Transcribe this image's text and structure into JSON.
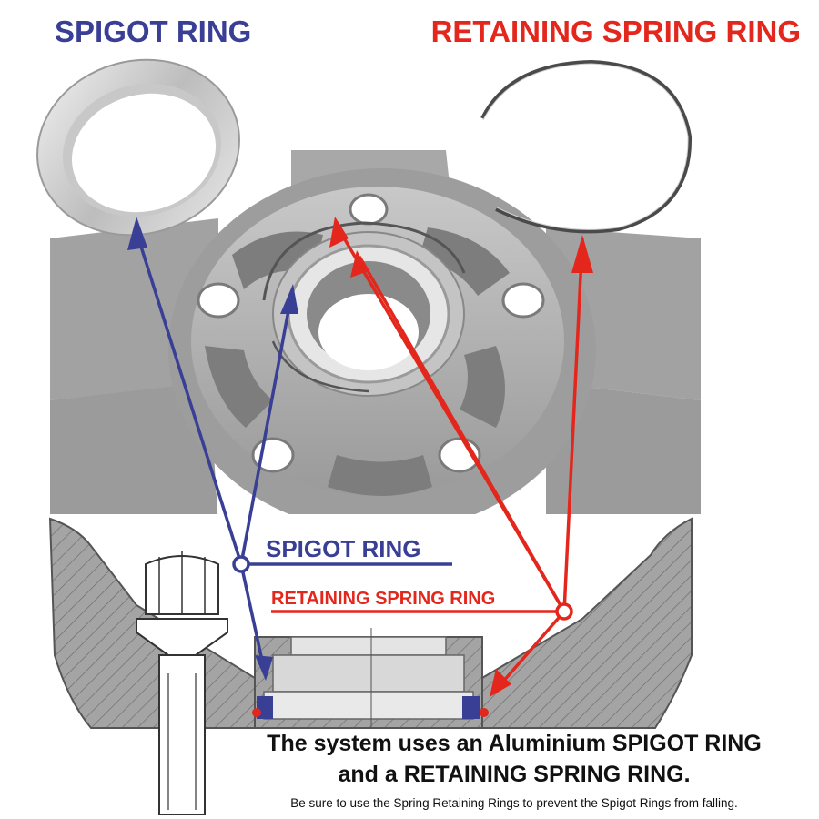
{
  "labels": {
    "spigot_top": "SPIGOT RING",
    "retaining_top": "RETAINING SPRING RING",
    "spigot_mid": "SPIGOT RING",
    "retaining_mid": "RETAINING SPRING RING"
  },
  "caption": {
    "line1": "The system uses an Aluminium SPIGOT RING",
    "line2": "and a RETAINING SPRING RING.",
    "note": "Be sure to use the Spring Retaining Rings to prevent the Spigot Rings from falling."
  },
  "colors": {
    "spigot": "#3a3f96",
    "retaining": "#e3271c",
    "wheel": "#a9a9a9",
    "section": "#8c8c8c"
  }
}
